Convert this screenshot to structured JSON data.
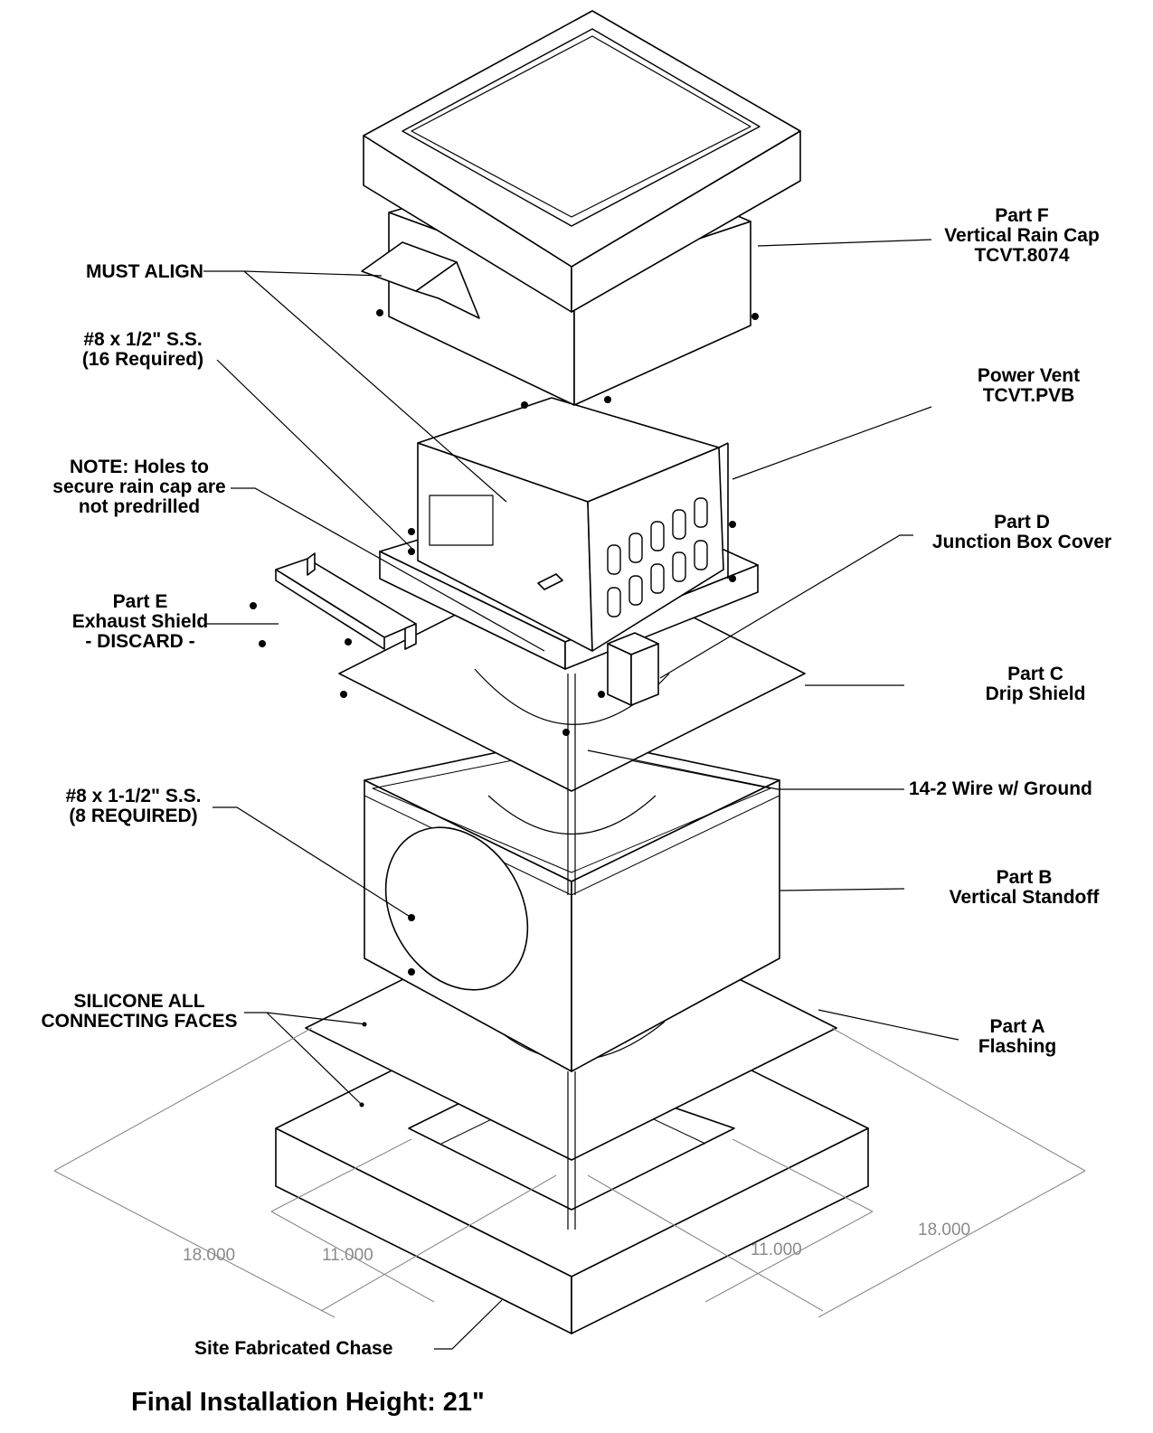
{
  "callouts": {
    "part_f": [
      "Part F",
      "Vertical Rain Cap",
      "TCVT.8074"
    ],
    "must_align": [
      "MUST ALIGN"
    ],
    "screws_half": [
      "#8 x 1/2\" S.S.",
      "(16 Required)"
    ],
    "power_vent": [
      "Power Vent",
      "TCVT.PVB"
    ],
    "note_holes": [
      "NOTE: Holes to",
      "secure rain cap are",
      "not predrilled"
    ],
    "part_d": [
      "Part D",
      "Junction Box Cover"
    ],
    "part_e": [
      "Part E",
      "Exhaust Shield",
      "- DISCARD -"
    ],
    "part_c": [
      "Part C",
      "Drip Shield"
    ],
    "wire": [
      "14-2 Wire w/ Ground"
    ],
    "screws_long": [
      "#8 x 1-1/2\" S.S.",
      "(8 REQUIRED)"
    ],
    "part_b": [
      "Part B",
      "Vertical Standoff"
    ],
    "silicone": [
      "SILICONE ALL",
      "CONNECTING FACES"
    ],
    "part_a": [
      "Part A",
      "Flashing"
    ],
    "chase": [
      "Site Fabricated Chase"
    ]
  },
  "dimensions": {
    "left_outer": "18.000",
    "left_inner": "11.000",
    "right_inner": "11.000",
    "right_outer": "18.000"
  },
  "footer": {
    "height_note": "Final Installation Height: 21\""
  }
}
